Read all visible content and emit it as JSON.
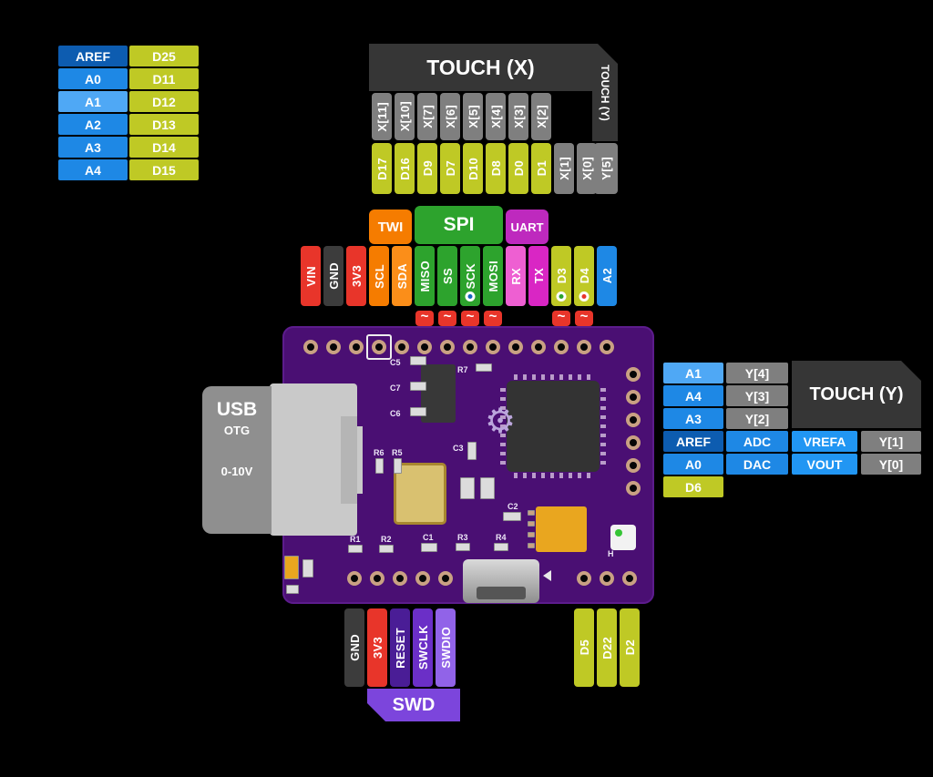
{
  "left_table": {
    "rows": [
      {
        "a": "AREF",
        "d": "D25"
      },
      {
        "a": "A0",
        "d": "D11"
      },
      {
        "a": "A1",
        "d": "D12"
      },
      {
        "a": "A2",
        "d": "D13"
      },
      {
        "a": "A3",
        "d": "D14"
      },
      {
        "a": "A4",
        "d": "D15"
      }
    ]
  },
  "touch_x": {
    "title": "TOUCH (X)",
    "side_title": "TOUCH (Y)",
    "x_pins": [
      "X[11]",
      "X[10]",
      "X[7]",
      "X[6]",
      "X[5]",
      "X[4]",
      "X[3]",
      "X[2]"
    ],
    "d_pins": [
      "D17",
      "D16",
      "D9",
      "D7",
      "D10",
      "D8",
      "D0",
      "D1"
    ],
    "extra_x_pins": [
      "X[1]",
      "X[0]"
    ],
    "y_pin": "Y[5]"
  },
  "buses": {
    "twi": "TWI",
    "spi": "SPI",
    "uart": "UART"
  },
  "top_pins": [
    "VIN",
    "GND",
    "3V3",
    "SCL",
    "SDA",
    "MISO",
    "SS",
    "SCK",
    "MOSI",
    "RX",
    "TX",
    "D3",
    "D4",
    "A2"
  ],
  "pwm_symbol": "~",
  "usb": {
    "title": "USB",
    "subtitle": "OTG",
    "range": "0-10V"
  },
  "right_table": {
    "title": "TOUCH (Y)",
    "rows3": [
      {
        "a": "A1",
        "y": "Y[4]"
      },
      {
        "a": "A4",
        "y": "Y[3]"
      },
      {
        "a": "A3",
        "y": "Y[2]"
      }
    ],
    "rows4": [
      {
        "a": "AREF",
        "f1": "ADC",
        "f2": "VREFA",
        "y": "Y[1]"
      },
      {
        "a": "A0",
        "f1": "DAC",
        "f2": "VOUT",
        "y": "Y[0]"
      }
    ],
    "d_pin": "D6"
  },
  "swd": {
    "title": "SWD",
    "pins": [
      "GND",
      "3V3",
      "RESET",
      "SWCLK",
      "SWDIO"
    ]
  },
  "bottom_right_pins": [
    "D5",
    "D22",
    "D2"
  ],
  "board": {
    "gear_icon": "⚙",
    "silkscreen": [
      "C5",
      "C7",
      "C6",
      "R7",
      "R6",
      "R5",
      "C3",
      "C2",
      "C1",
      "R1",
      "R2",
      "R3",
      "R4",
      "H"
    ]
  },
  "colors": {
    "digital_yellow": "#BFC925",
    "analog_blue": "#1E88E5",
    "analog_light_blue": "#4FA8F5",
    "aref_blue": "#0D5CB0",
    "touch_gray": "#7F7F7F",
    "banner_dark": "#363636",
    "twi_orange": "#F57C00",
    "spi_green": "#2DA32D",
    "uart_magenta": "#BE29BE",
    "power_red": "#E8352A",
    "gnd_dark": "#3C3C3C",
    "swd_purple": "#7C45DC",
    "board_purple": "#4A0F73"
  }
}
